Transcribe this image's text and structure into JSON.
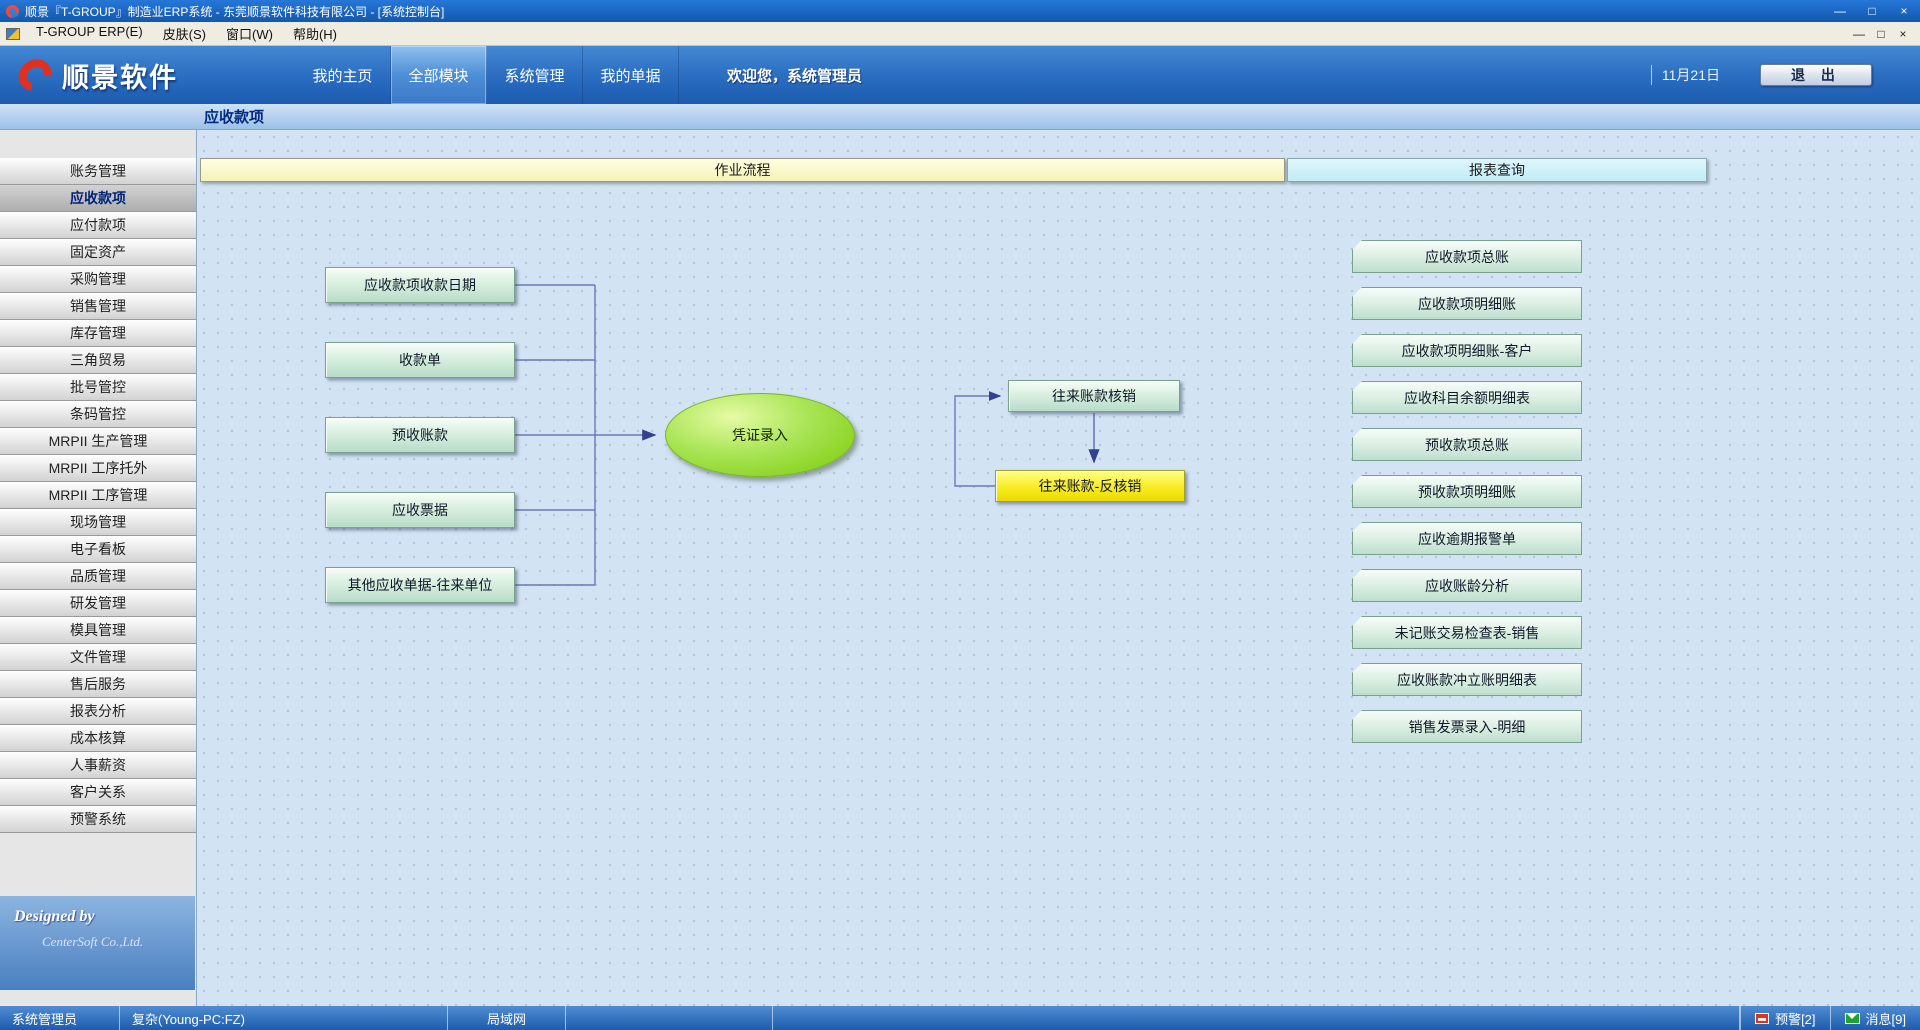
{
  "titlebar": {
    "title": "顺景『T-GROUP』制造业ERP系统 - 东莞顺景软件科技有限公司 - [系统控制台]",
    "minimize": "—",
    "maximize": "□",
    "close": "×"
  },
  "menubar": {
    "items": [
      "T-GROUP ERP(E)",
      "皮肤(S)",
      "窗口(W)",
      "帮助(H)"
    ],
    "minimize": "—",
    "restore": "□",
    "close": "×"
  },
  "header": {
    "logo_text": "顺景软件",
    "tabs": [
      {
        "label": "我的主页",
        "active": false
      },
      {
        "label": "全部模块",
        "active": true
      },
      {
        "label": "系统管理",
        "active": false
      },
      {
        "label": "我的单据",
        "active": false
      }
    ],
    "welcome": "欢迎您，系统管理员",
    "date": "11月21日",
    "exit_label": "退 出"
  },
  "page": {
    "title": "应收款项"
  },
  "sidebar": {
    "items": [
      {
        "label": "账务管理",
        "active": false
      },
      {
        "label": "应收款项",
        "active": true
      },
      {
        "label": "应付款项",
        "active": false
      },
      {
        "label": "固定资产",
        "active": false
      },
      {
        "label": "采购管理",
        "active": false
      },
      {
        "label": "销售管理",
        "active": false
      },
      {
        "label": "库存管理",
        "active": false
      },
      {
        "label": "三角贸易",
        "active": false
      },
      {
        "label": "批号管控",
        "active": false
      },
      {
        "label": "条码管控",
        "active": false
      },
      {
        "label": "MRPII 生产管理",
        "active": false
      },
      {
        "label": "MRPII 工序托外",
        "active": false
      },
      {
        "label": "MRPII 工序管理",
        "active": false
      },
      {
        "label": "现场管理",
        "active": false
      },
      {
        "label": "电子看板",
        "active": false
      },
      {
        "label": "品质管理",
        "active": false
      },
      {
        "label": "研发管理",
        "active": false
      },
      {
        "label": "模具管理",
        "active": false
      },
      {
        "label": "文件管理",
        "active": false
      },
      {
        "label": "售后服务",
        "active": false
      },
      {
        "label": "报表分析",
        "active": false
      },
      {
        "label": "成本核算",
        "active": false
      },
      {
        "label": "人事薪资",
        "active": false
      },
      {
        "label": "客户关系",
        "active": false
      },
      {
        "label": "预警系统",
        "active": false
      }
    ],
    "designed_by": "Designed by",
    "company": "CenterSoft Co.,Ltd."
  },
  "sections": {
    "flow": "作业流程",
    "reports": "报表查询"
  },
  "flow": {
    "sources": [
      "应收款项收款日期",
      "收款单",
      "预收账款",
      "应收票据",
      "其他应收单据-往来单位"
    ],
    "center": "凭证录入",
    "verify": "往来账款核销",
    "reverse": "往来账款-反核销"
  },
  "reports": [
    "应收款项总账",
    "应收款项明细账",
    "应收款项明细账-客户",
    "应收科目余额明细表",
    "预收款项总账",
    "预收款项明细账",
    "应收逾期报警单",
    "应收账龄分析",
    "未记账交易检查表-销售",
    "应收账款冲立账明细表",
    "销售发票录入-明细"
  ],
  "statusbar": {
    "user": "系统管理员",
    "client": "复杂(Young-PC:FZ)",
    "network": "局域网",
    "alerts": "预警[2]",
    "messages": "消息[9]"
  }
}
